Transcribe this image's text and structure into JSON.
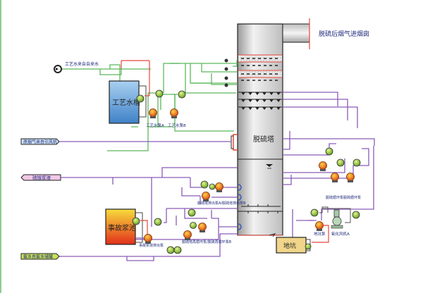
{
  "title": "脱硫系统工艺流程图",
  "colors": {
    "water_line": "#5cb85c",
    "slurry_line": "#8a5cb8",
    "red_line": "#e8463a",
    "tower_fill": "#d9d9d9",
    "tank_blue": "#6aa6d8",
    "accident_tank_top": "#f5d23a",
    "accident_tank_bottom": "#e8331c",
    "pit_fill": "#f0d58a",
    "pump_orange": "#f08a1c",
    "gauge_green": "#8cc63f",
    "label_text": "#1f2a7a"
  },
  "inlets": {
    "process_water_source": "工艺水来自自来水",
    "flue_gas_in": "原烟气来自引风机",
    "ammonium_sulfate_slurry": "硫铵浆液",
    "ammonia_supply": "氨水自氨水储罐"
  },
  "outlet": {
    "clean_flue_gas": "脱硫后烟气进烟囱"
  },
  "equipment": {
    "process_water_tank": "工艺水槽",
    "process_water_pump_a": "工艺水泵A",
    "process_water_pump_b": "工艺水泵B",
    "desulfurization_tower": "脱硫塔",
    "accident_tank": "事故浆池",
    "accident_pump": "事故浆液排出泵",
    "circulation_pump_ab": "脱硫塔排出泵A/脱硫塔排出泵B",
    "recirculation_pump_ab": "脱硫塔再循环泵/脱硫再循环泵B",
    "spray_pump_1": "脱硫循环泵",
    "spray_pump_2": "脱硫循环泵",
    "sump_pit": "地坑",
    "sump_pump": "地坑泵",
    "oxidation_fan": "氧化风机A"
  }
}
